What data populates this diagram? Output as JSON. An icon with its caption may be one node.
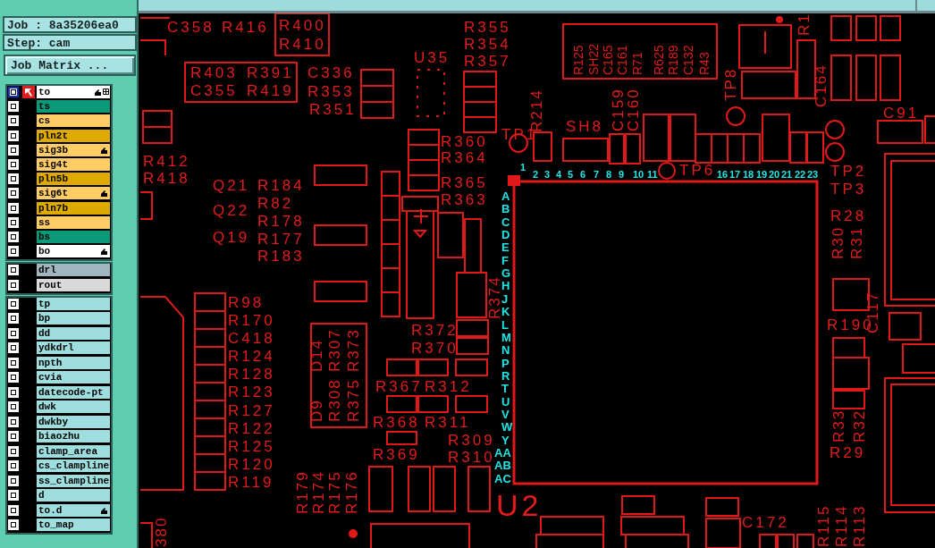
{
  "diagram": {
    "nodes": [
      {
        "text": [
          "to"
        ]
      },
      {
        "text": [
          "ts"
        ]
      },
      {
        "text": [
          "cs"
        ]
      },
      {
        "text": [
          "pln2t"
        ]
      },
      {
        "text": [
          "sig3b"
        ]
      },
      {
        "text": [
          "sig4t"
        ]
      },
      {
        "text": [
          "pln5b"
        ]
      },
      {
        "text": [
          "sig6t"
        ]
      },
      {
        "text": [
          "pln7b"
        ]
      },
      {
        "text": [
          "ss"
        ]
      },
      {
        "text": [
          "bs"
        ]
      },
      {
        "text": [
          "bo"
        ]
      },
      {
        "text": [
          "drl"
        ]
      },
      {
        "text": [
          "rout"
        ]
      },
      {
        "text": [
          "tp"
        ]
      },
      {
        "text": [
          "bp"
        ]
      },
      {
        "text": [
          "dd"
        ]
      },
      {
        "text": [
          "ydkdrl"
        ]
      },
      {
        "text": [
          "npth"
        ]
      },
      {
        "text": [
          "cvia"
        ]
      },
      {
        "text": [
          "datecode-pt"
        ]
      },
      {
        "text": [
          "dwk"
        ]
      },
      {
        "text": [
          "dwkby"
        ]
      },
      {
        "text": [
          "biaozhu"
        ]
      },
      {
        "text": [
          "clamp_area"
        ]
      },
      {
        "text": [
          "cs_clampline"
        ]
      },
      {
        "text": [
          "ss_clampline"
        ]
      },
      {
        "text": [
          "d"
        ]
      },
      {
        "text": [
          "to.d"
        ]
      },
      {
        "text": [
          "to_map"
        ]
      }
    ],
    "labels": [
      "Job : 8a35206ea0",
      "Step: cam",
      "Job Matrix ...",
      "C358",
      "R416",
      "R400",
      "R410",
      "R403",
      "R391",
      "C355",
      "R419",
      "C336",
      "R353",
      "R351",
      "U35",
      "R355",
      "R354",
      "R357",
      "R412",
      "R418",
      "Q21",
      "R184",
      "Q22",
      "R82",
      "R178",
      "Q19",
      "R177",
      "R183",
      "R360",
      "R364",
      "R365",
      "R363",
      "TP1",
      "R214",
      "SH8",
      "C159",
      "C160",
      "R125",
      "SH22",
      "C165",
      "C161",
      "R71",
      "R625",
      "R189",
      "C132",
      "R43",
      "TP8",
      "R1",
      "C164",
      "C91",
      "TP6",
      "TP2",
      "TP3",
      "R28",
      "R30",
      "R31",
      "R98",
      "R170",
      "C418",
      "R124",
      "R128",
      "R123",
      "R127",
      "R122",
      "R125",
      "R120",
      "R119",
      "D14",
      "R307",
      "R373",
      "D9",
      "R308",
      "R375",
      "R374",
      "R372",
      "R370",
      "R367",
      "R312",
      "R368",
      "R311",
      "R309",
      "R369",
      "R310",
      "R179",
      "R174",
      "R175",
      "R176",
      "U2",
      "380",
      "R190",
      "C117",
      "R33",
      "R32",
      "R29",
      "C172",
      "R115",
      "R114",
      "R113",
      "1",
      "2",
      "3",
      "4",
      "5",
      "6",
      "7",
      "8",
      "9",
      "10",
      "11",
      "16",
      "17",
      "18",
      "19",
      "20",
      "21",
      "22",
      "23",
      "A",
      "B",
      "C",
      "D",
      "E",
      "F",
      "G",
      "H",
      "J",
      "K",
      "L",
      "M",
      "N",
      "P",
      "R",
      "T",
      "U",
      "V",
      "W",
      "Y",
      "AA",
      "AB",
      "AC"
    ]
  }
}
